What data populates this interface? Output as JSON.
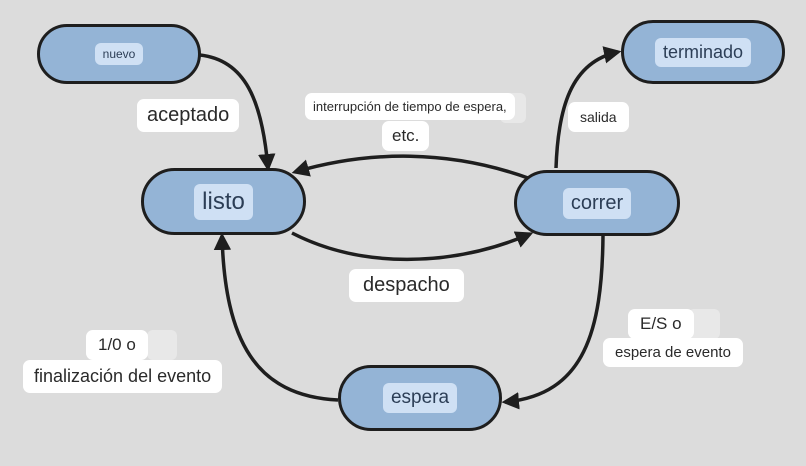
{
  "diagram": {
    "nodes": {
      "nuevo": "nuevo",
      "terminado": "terminado",
      "listo": "listo",
      "correr": "correr",
      "espera": "espera"
    },
    "edges": {
      "aceptado": "aceptado",
      "interrupcion_line1": "interrupción de tiempo de espera,",
      "interrupcion_line2": "etc.",
      "salida": "salida",
      "despacho": "despacho",
      "es_line1": "E/S o",
      "es_line2": "espera de evento",
      "io_line1": "1/0 o",
      "io_line2": "finalización del evento"
    }
  },
  "colors": {
    "node_fill": "#94b4d6",
    "node_label_bg": "#cfe0f4",
    "stroke": "#1e1e1e",
    "background": "#dcdcdc"
  }
}
